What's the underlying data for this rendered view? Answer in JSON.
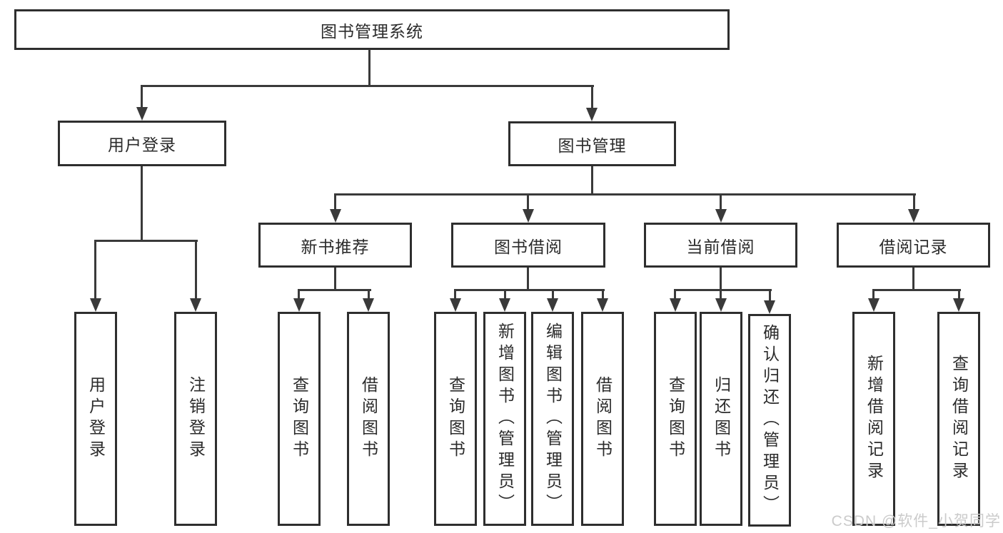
{
  "diagram": {
    "root": {
      "label": "图书管理系统"
    },
    "branches": [
      {
        "label": "用户登录",
        "children": [
          "用户登录",
          "注销登录"
        ]
      },
      {
        "label": "图书管理",
        "sections": [
          {
            "label": "新书推荐",
            "children": [
              "查询图书",
              "借阅图书"
            ]
          },
          {
            "label": "图书借阅",
            "children": [
              "查询图书",
              "新增图书（管理员）",
              "编辑图书（管理员）",
              "借阅图书"
            ]
          },
          {
            "label": "当前借阅",
            "children": [
              "查询图书",
              "归还图书",
              "确认归还（管理员）"
            ]
          },
          {
            "label": "借阅记录",
            "children": [
              "新增借阅记录",
              "查询借阅记录"
            ]
          }
        ]
      }
    ]
  },
  "watermark": {
    "text": "CSDN @软件_小贺同学",
    "color": "#cbcbcb"
  },
  "colors": {
    "line": "#3a3a3a",
    "border": "#2e2e2e",
    "text": "#2b2b2b",
    "background": "#ffffff"
  }
}
